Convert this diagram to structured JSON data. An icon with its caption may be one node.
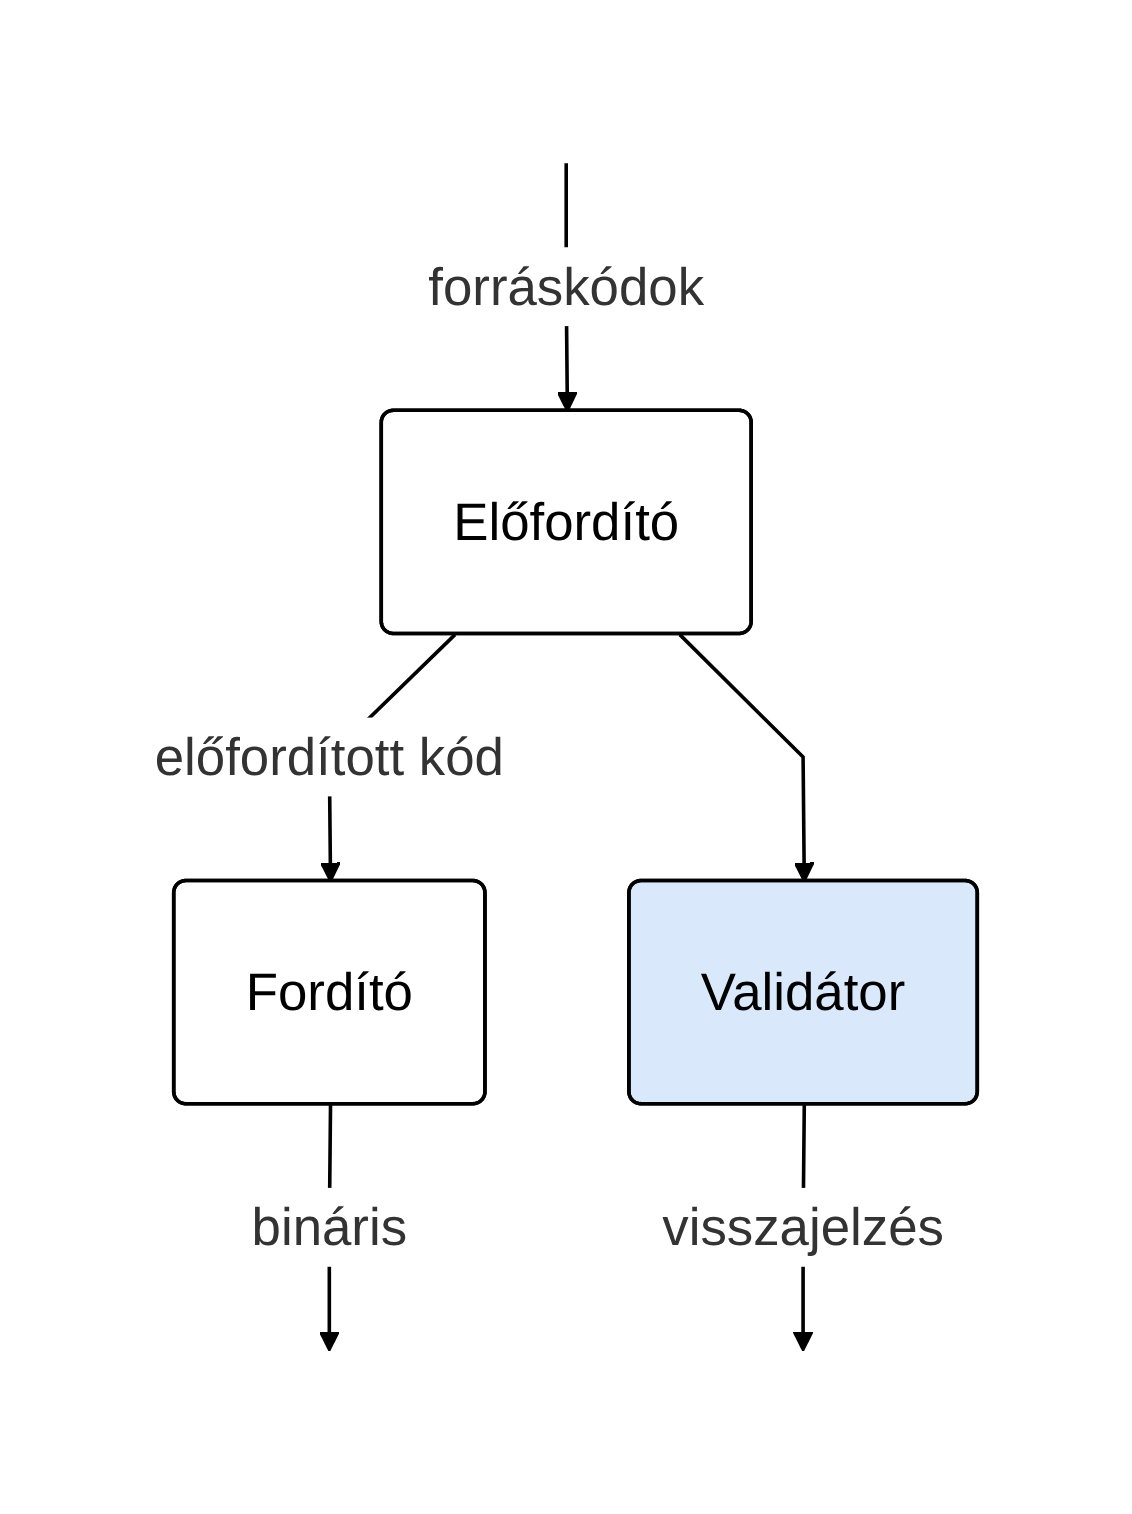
{
  "diagram": {
    "nodes": [
      {
        "text": [
          "Előfordító"
        ]
      },
      {
        "text": [
          "Fordító"
        ]
      },
      {
        "text": [
          "Validátor"
        ]
      }
    ],
    "edges": [
      {
        "from": null,
        "to": 0,
        "arrow": "to",
        "label": "forráskódok"
      },
      {
        "from": 0,
        "to": 1,
        "arrow": "to",
        "label": "előfordított kód"
      },
      {
        "from": 0,
        "to": 2,
        "arrow": "to"
      },
      {
        "from": 1,
        "to": null,
        "arrow": "to",
        "label": "bináris"
      },
      {
        "from": 2,
        "to": null,
        "arrow": "to",
        "label": "visszajelzés"
      }
    ]
  }
}
